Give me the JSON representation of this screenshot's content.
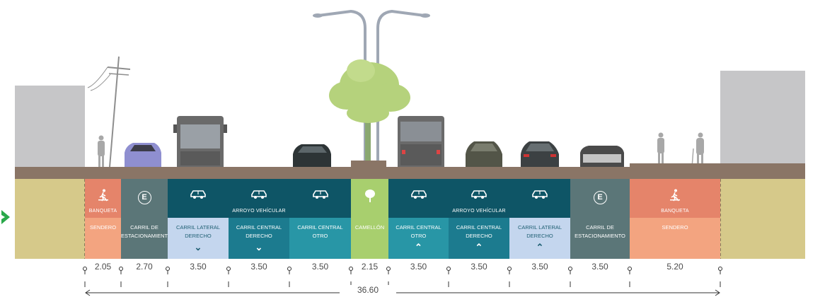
{
  "header": {
    "scribble": ""
  },
  "nav": {
    "arrow_icon": "chevron-right-icon",
    "color": "#2aa84a"
  },
  "colors": {
    "soil": "#d6c98a",
    "ground": "#8a7566",
    "sidewalk_head": "#e5846a",
    "sidewalk_body": "#f3a480",
    "parking": "#5b7678",
    "lane_dark": "#0e5566",
    "lane_mid": "#1c7b8f",
    "lane_light": "#2896a6",
    "lane_pale": "#c4d6ee",
    "median": "#a8cf6e"
  },
  "sections": [
    {
      "id": "sendero-izq",
      "head_text": "BANQUETA",
      "label": "SENDERO",
      "icon": "pedestrian-icon",
      "width": "2.05",
      "direction": ""
    },
    {
      "id": "estacionamiento-izq",
      "head_text": "",
      "label": "CARRIL DE ESTACIONAMIENTO",
      "icon": "parking-icon",
      "icon_text": "E",
      "width": "2.70",
      "direction": ""
    },
    {
      "id": "lateral-izq",
      "head_text": "",
      "label": "CARRIL LATERAL DERECHO",
      "icon": "car-icon",
      "width": "3.50",
      "direction": "down"
    },
    {
      "id": "central-der-izq",
      "head_text": "ARROYO VEHÍCULAR",
      "label": "CARRIL CENTRAL DERECHO",
      "icon": "car-icon",
      "width": "3.50",
      "direction": "down"
    },
    {
      "id": "central-otro-izq",
      "head_text": "",
      "label": "CARRIL CENTRAL OTRO",
      "icon": "car-icon",
      "width": "3.50",
      "direction": ""
    },
    {
      "id": "camellon",
      "head_text": "",
      "label": "CAMELLÓN",
      "icon": "tree-icon",
      "width": "2.15",
      "direction": ""
    },
    {
      "id": "central-otro-der",
      "head_text": "",
      "label": "CARRIL CENTRAL OTRO",
      "icon": "car-icon",
      "width": "3.50",
      "direction": "up"
    },
    {
      "id": "central-der-der",
      "head_text": "ARROYO VEHÍCULAR",
      "label": "CARRIL CENTRAL DERECHO",
      "icon": "car-icon",
      "width": "3.50",
      "direction": "up"
    },
    {
      "id": "lateral-der",
      "head_text": "",
      "label": "CARRIL LATERAL DERECHO",
      "icon": "car-icon",
      "width": "3.50",
      "direction": "up"
    },
    {
      "id": "estacionamiento-der",
      "head_text": "",
      "label": "CARRIL DE ESTACIONAMIENTO",
      "icon": "parking-icon",
      "icon_text": "E",
      "width": "3.50",
      "direction": ""
    },
    {
      "id": "sendero-der",
      "head_text": "BANQUETA",
      "label": "SENDERO",
      "icon": "pedestrian-icon",
      "width": "5.20",
      "direction": ""
    }
  ],
  "total_width": "36.60",
  "arrows": {
    "down": "⌄",
    "up": "⌃"
  }
}
